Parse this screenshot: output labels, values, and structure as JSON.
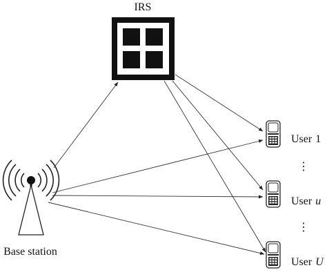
{
  "irs": {
    "label": "IRS"
  },
  "base_station": {
    "label": "Base station"
  },
  "users": [
    {
      "prefix": "User",
      "index": "1",
      "italic": false
    },
    {
      "prefix": "User",
      "index": "u",
      "italic": true
    },
    {
      "prefix": "User",
      "index": "U",
      "italic": true
    }
  ],
  "ellipsis": "⋮"
}
